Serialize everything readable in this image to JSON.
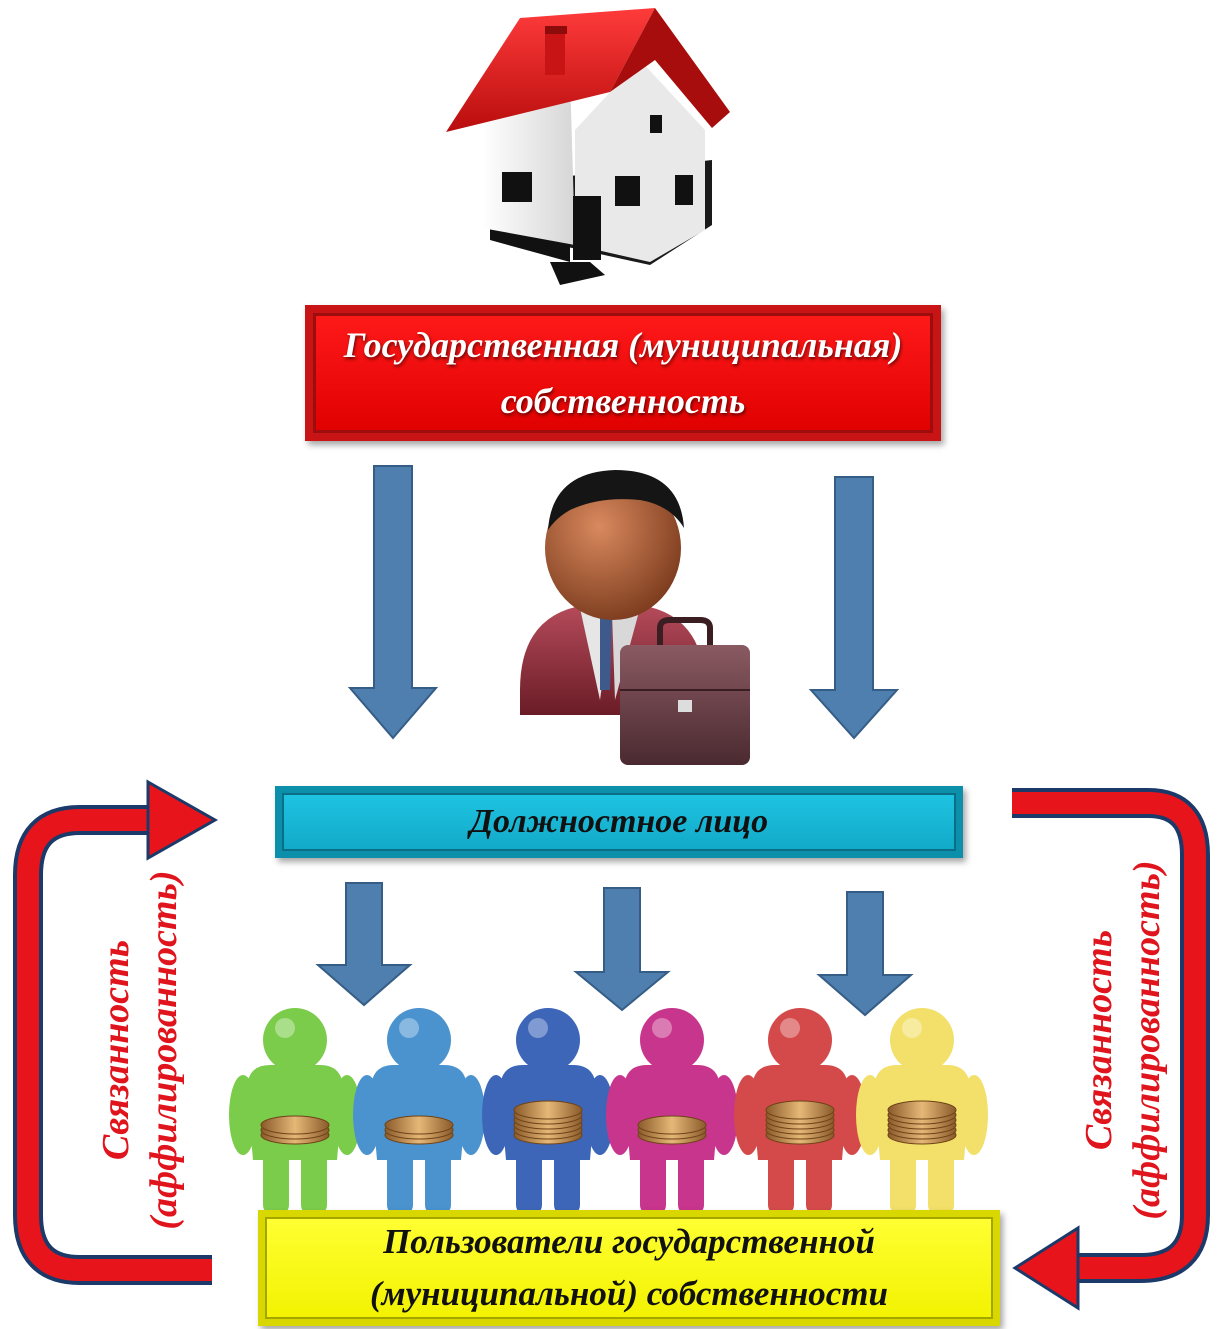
{
  "boxes": {
    "state_property": "Государственная (муниципальная) собственность",
    "official": "Должностное лицо",
    "users_line1": "Пользователи государственной",
    "users_line2": "(муниципальной) собственности"
  },
  "side_labels": {
    "left_line1": "Связанность",
    "left_line2": "(аффилированность)",
    "right_line1": "Связанность",
    "right_line2": "(аффилированность)"
  },
  "colors": {
    "state_box": "#ff0000",
    "official_box": "#19b9d8",
    "users_box": "#ffff00",
    "flow_arrows": "#4f7fae",
    "affiliation_arrows": "#e8141c",
    "figures": [
      "#7ccc4c",
      "#4a93cf",
      "#3d66b8",
      "#c8358c",
      "#d44a4a",
      "#f2e06a"
    ]
  },
  "icons": [
    "house-icon",
    "official-person-icon",
    "coins-people-icons"
  ]
}
